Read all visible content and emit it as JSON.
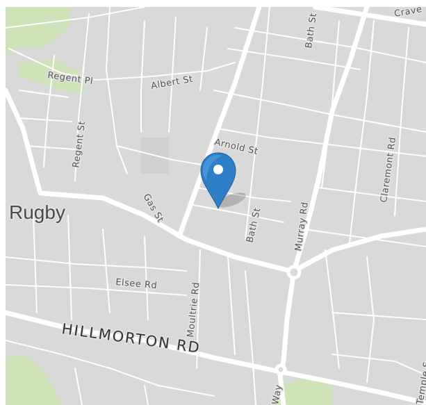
{
  "map": {
    "background_color": "#d9d9d9",
    "park_color": "#cfe3b8",
    "road_color": "#ffffff",
    "labels": {
      "town": "Rugby",
      "major_road": "HILLMORTON RD",
      "regent_pl": "Regent Pl",
      "albert_st": "Albert St",
      "regent_st": "Regent St",
      "arnold_st": "Arnold St",
      "gas_st": "Gas St",
      "bath_st_north": "Bath St",
      "bath_st_south": "Bath St",
      "murray_rd": "Murray Rd",
      "claremont_rd": "Claremont Rd",
      "craven": "Crave",
      "elsee_rd": "Elsee Rd",
      "moultrie_rd": "Moultrie Rd",
      "temple_st": "Temple S",
      "way": "Way"
    },
    "marker": {
      "icon": "map-pin-icon",
      "color": "#2f7fc8"
    }
  }
}
